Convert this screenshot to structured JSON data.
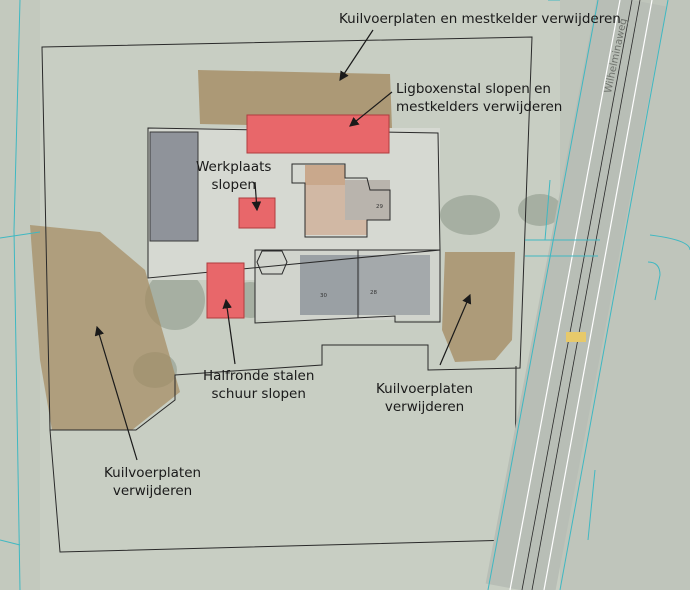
{
  "map": {
    "road_name": "Wilhelminaweg",
    "house_numbers": [
      "30",
      "28"
    ],
    "colors": {
      "demolish": "#e8676a",
      "remove_area": "#a0875a",
      "boundary": "#2a2a2a",
      "road_edge": "#3fb8c2"
    }
  },
  "labels": {
    "top": "Kuilvoerplaten en mestkelder verwijderen",
    "ligbox_line1": "Ligboxenstal slopen en",
    "ligbox_line2": "mestkelders verwijderen",
    "werk_line1": "Werkplaats",
    "werk_line2": "slopen",
    "halfronde_line1": "Halfronde stalen",
    "halfronde_line2": "schuur slopen",
    "kuil_right_line1": "Kuilvoerplaten",
    "kuil_right_line2": "verwijderen",
    "kuil_left_line1": "Kuilvoerplaten",
    "kuil_left_line2": "verwijderen"
  }
}
